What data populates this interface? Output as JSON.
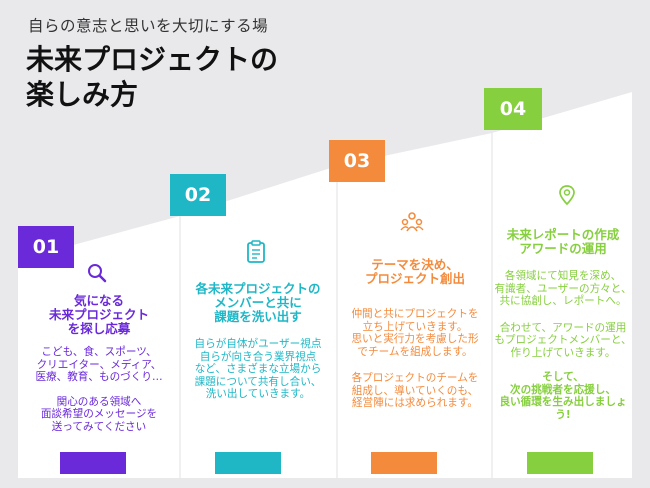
{
  "header": {
    "subtitle": "自らの意志と思いを大切にする場",
    "title_line1": "未来プロジェクトの",
    "title_line2": "楽しみ方"
  },
  "colors": {
    "purple": "#6a2ad9",
    "teal": "#1fb7c6",
    "orange": "#f48b3c",
    "green": "#86cf3e"
  },
  "steps": [
    {
      "number": "01",
      "icon": "search-icon",
      "heading": [
        "気になる",
        "未来プロジェクト",
        "を探し応募"
      ],
      "paragraphs": [
        [
          "こども、食、スポーツ、",
          "クリエイター、メディア、",
          "医療、教育、ものづくり…"
        ],
        [
          "関心のある領域へ",
          "面談希望のメッセージを",
          "送ってみてください"
        ]
      ]
    },
    {
      "number": "02",
      "icon": "clipboard-icon",
      "heading": [
        "各未来プロジェクトの",
        "メンバーと共に",
        "課題を洗い出す"
      ],
      "paragraphs": [
        [
          "自らが自体がユーザー視点",
          "自らが向き合う業界視点",
          "など、さまざまな立場から",
          "課題について共有し合い、",
          "洗い出していきます。"
        ]
      ]
    },
    {
      "number": "03",
      "icon": "team-icon",
      "heading": [
        "テーマを決め、",
        "プロジェクト創出"
      ],
      "paragraphs": [
        [
          "仲間と共にプロジェクトを",
          "立ち上げていきます。",
          "思いと実行力を考慮した形",
          "でチームを組成します。"
        ],
        [
          "各プロジェクトのチームを",
          "組成し、導いていくのも、",
          "経営陣には求められます。"
        ]
      ]
    },
    {
      "number": "04",
      "icon": "location-pin-icon",
      "heading": [
        "未来レポートの作成",
        "アワードの運用"
      ],
      "paragraphs": [
        [
          "各領域にて知見を深め、",
          "有識者、ユーザーの方々と、",
          "共に協創し、レポートへ。"
        ],
        [
          "合わせて、アワードの運用",
          "もプロジェクトメンバーと、",
          "作り上げていきます。"
        ],
        [
          "そして、",
          "次の挑戦者を応援し、",
          "良い循環を生み出しましょう!"
        ]
      ]
    }
  ]
}
